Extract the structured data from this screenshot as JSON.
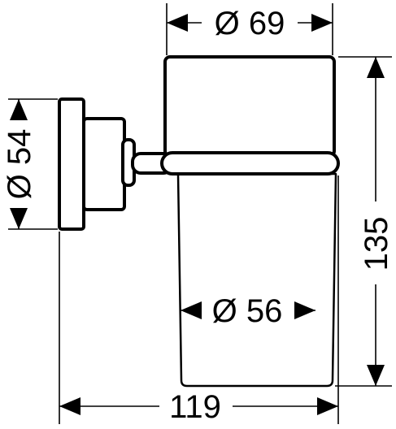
{
  "dimensions": {
    "cup_outer_diameter": "Ø 69",
    "cup_inner_diameter": "Ø 56",
    "rosette_diameter": "Ø 54",
    "total_height": "135",
    "total_projection": "119"
  }
}
